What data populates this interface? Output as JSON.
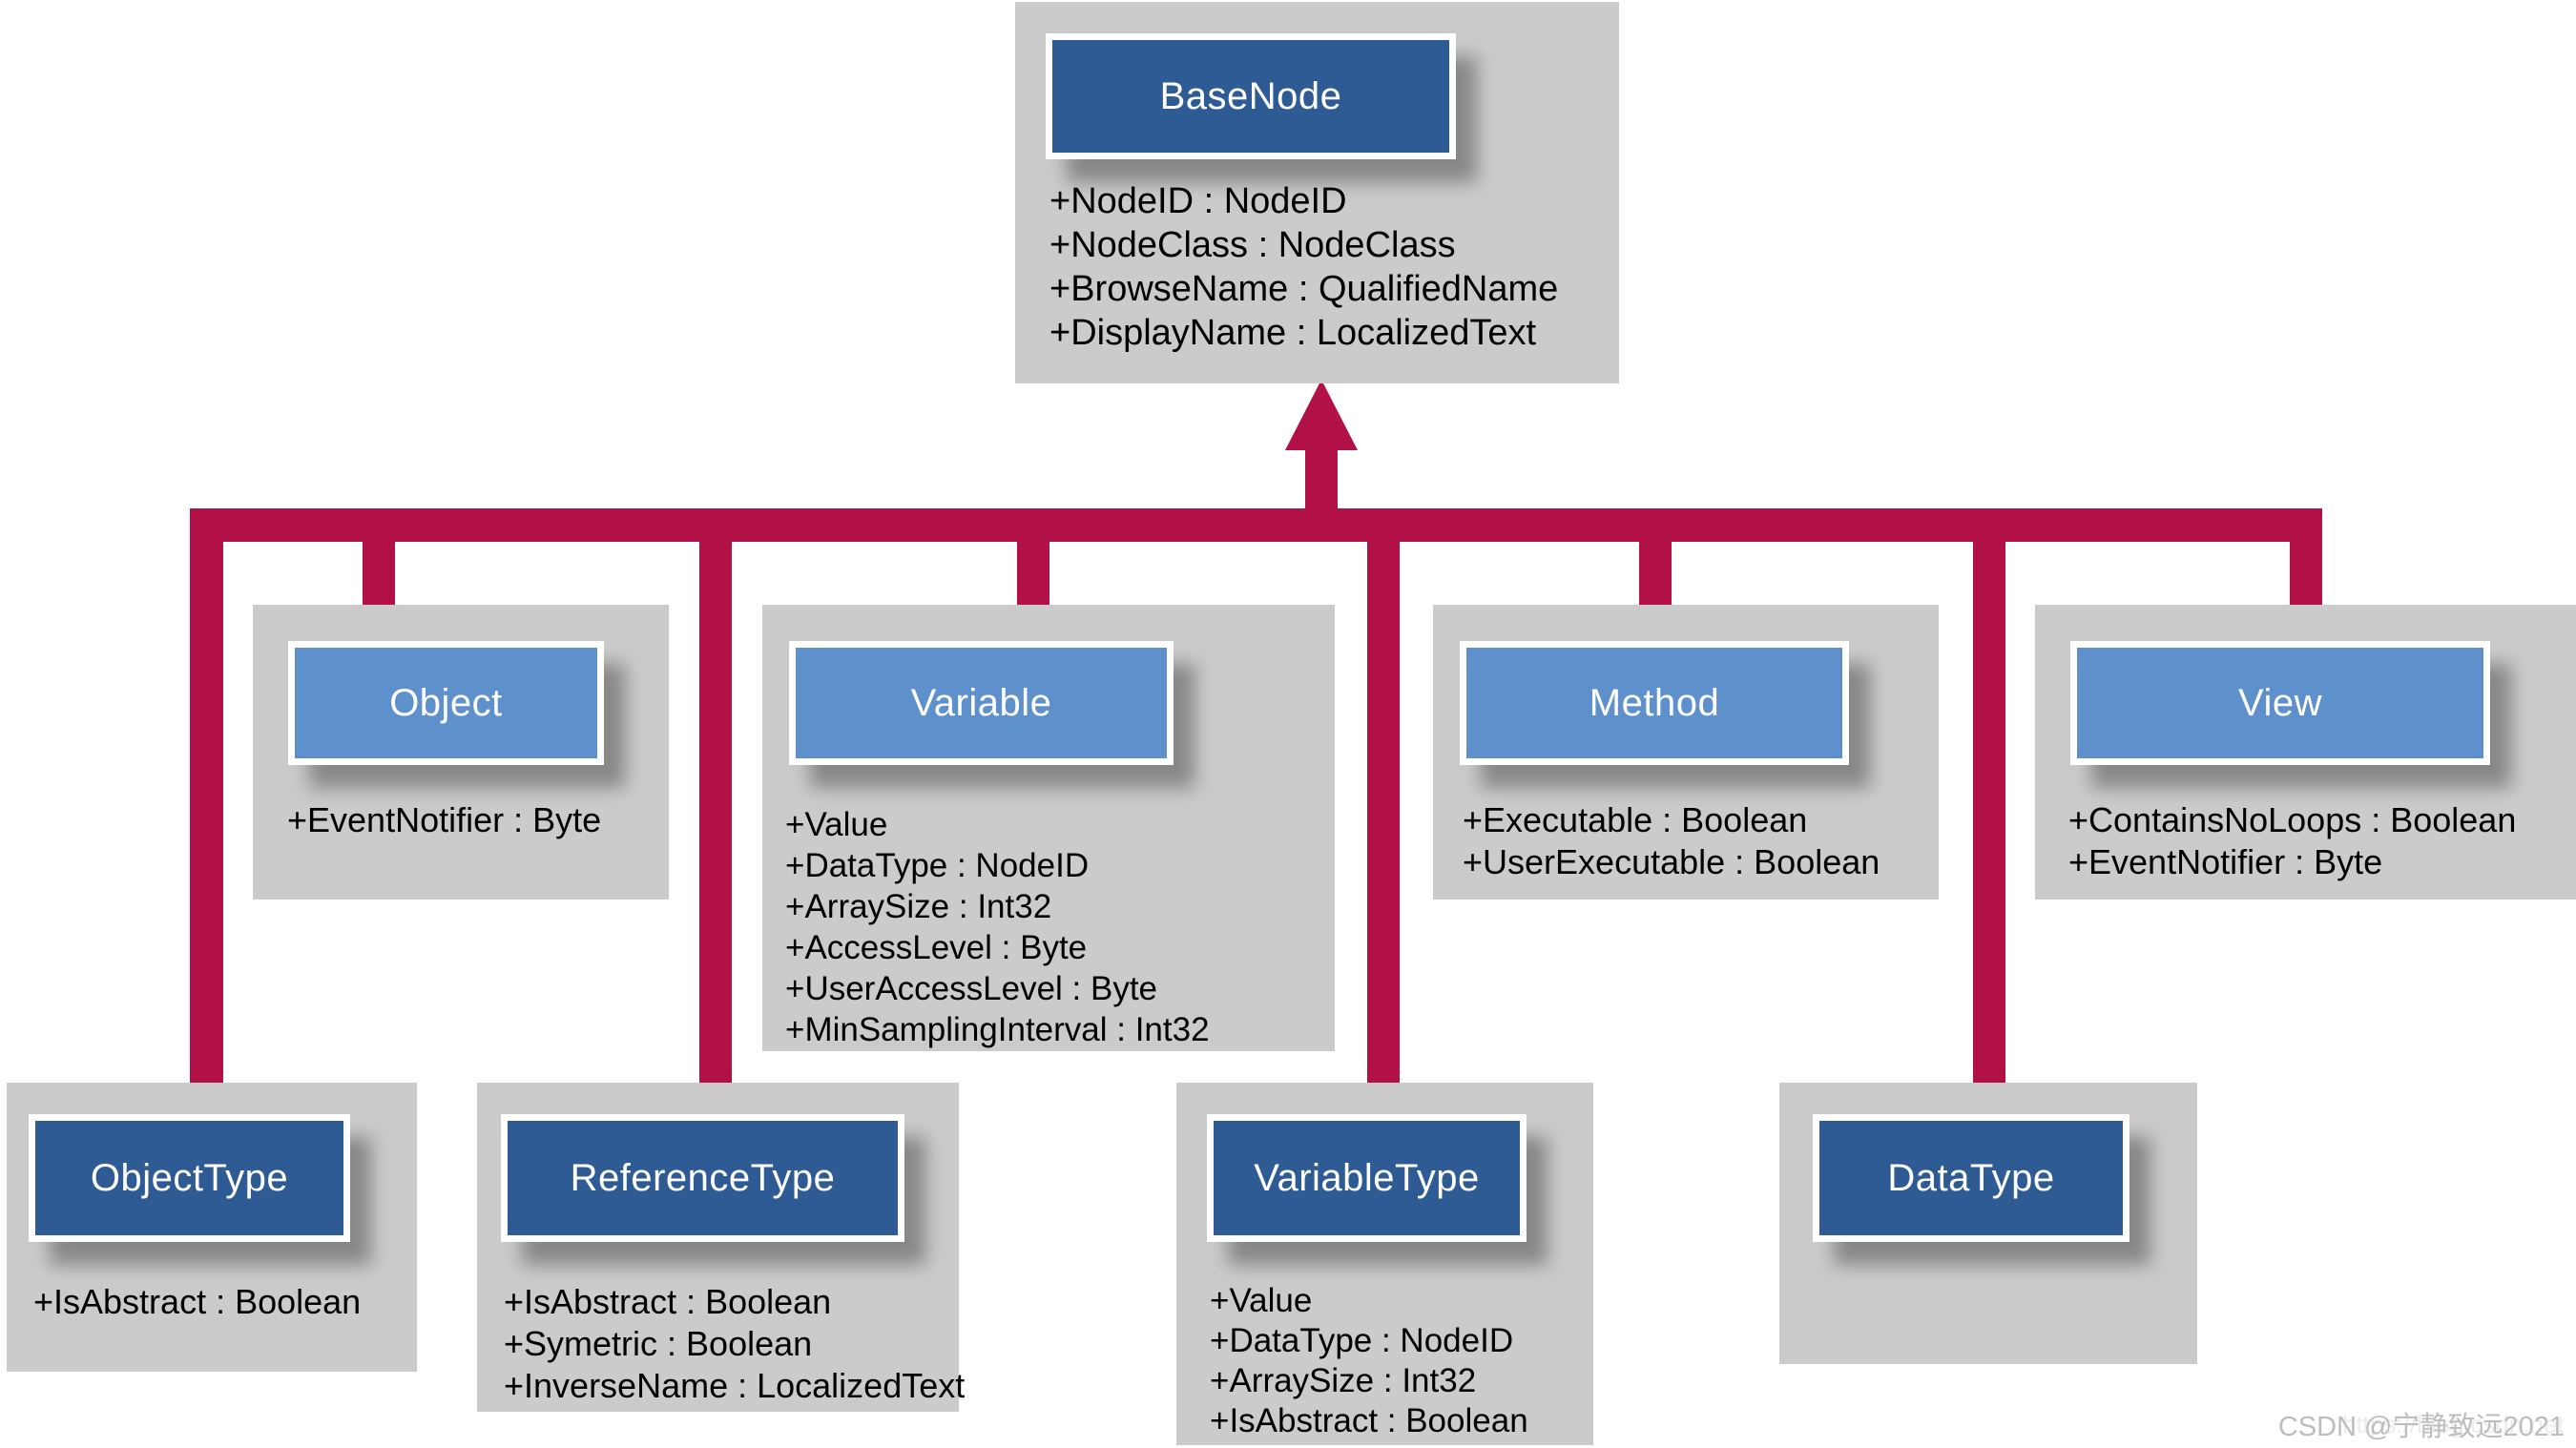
{
  "colors": {
    "connector": "#b11147",
    "panel_gray": "#cccbcb",
    "dark_blue": "#2e5b94",
    "light_blue": "#5e90cc",
    "watermark_gray": "#bdbdbd"
  },
  "classes": {
    "base_node": {
      "name": "BaseNode",
      "attributes": [
        "+NodeID : NodeID",
        "+NodeClass : NodeClass",
        "+BrowseName : QualifiedName",
        "+DisplayName : LocalizedText"
      ]
    },
    "object": {
      "name": "Object",
      "attributes": [
        "+EventNotifier : Byte"
      ]
    },
    "variable": {
      "name": "Variable",
      "attributes": [
        "+Value",
        "+DataType : NodeID",
        "+ArraySize : Int32",
        "+AccessLevel : Byte",
        "+UserAccessLevel : Byte",
        "+MinSamplingInterval : Int32"
      ]
    },
    "method": {
      "name": "Method",
      "attributes": [
        "+Executable : Boolean",
        "+UserExecutable : Boolean"
      ]
    },
    "view": {
      "name": "View",
      "attributes": [
        "+ContainsNoLoops : Boolean",
        "+EventNotifier : Byte"
      ]
    },
    "object_type": {
      "name": "ObjectType",
      "attributes": [
        "+IsAbstract : Boolean"
      ]
    },
    "reference_type": {
      "name": "ReferenceType",
      "attributes": [
        "+IsAbstract : Boolean",
        "+Symetric : Boolean",
        "+InverseName : LocalizedText"
      ]
    },
    "variable_type": {
      "name": "VariableType",
      "attributes": [
        "+Value",
        "+DataType : NodeID",
        "+ArraySize : Int32",
        "+IsAbstract : Boolean"
      ]
    },
    "data_type": {
      "name": "DataType",
      "attributes": []
    }
  },
  "watermark": {
    "label": "CSDN @宁静致远2021",
    "underlay": "https://blog.csdn.net"
  }
}
